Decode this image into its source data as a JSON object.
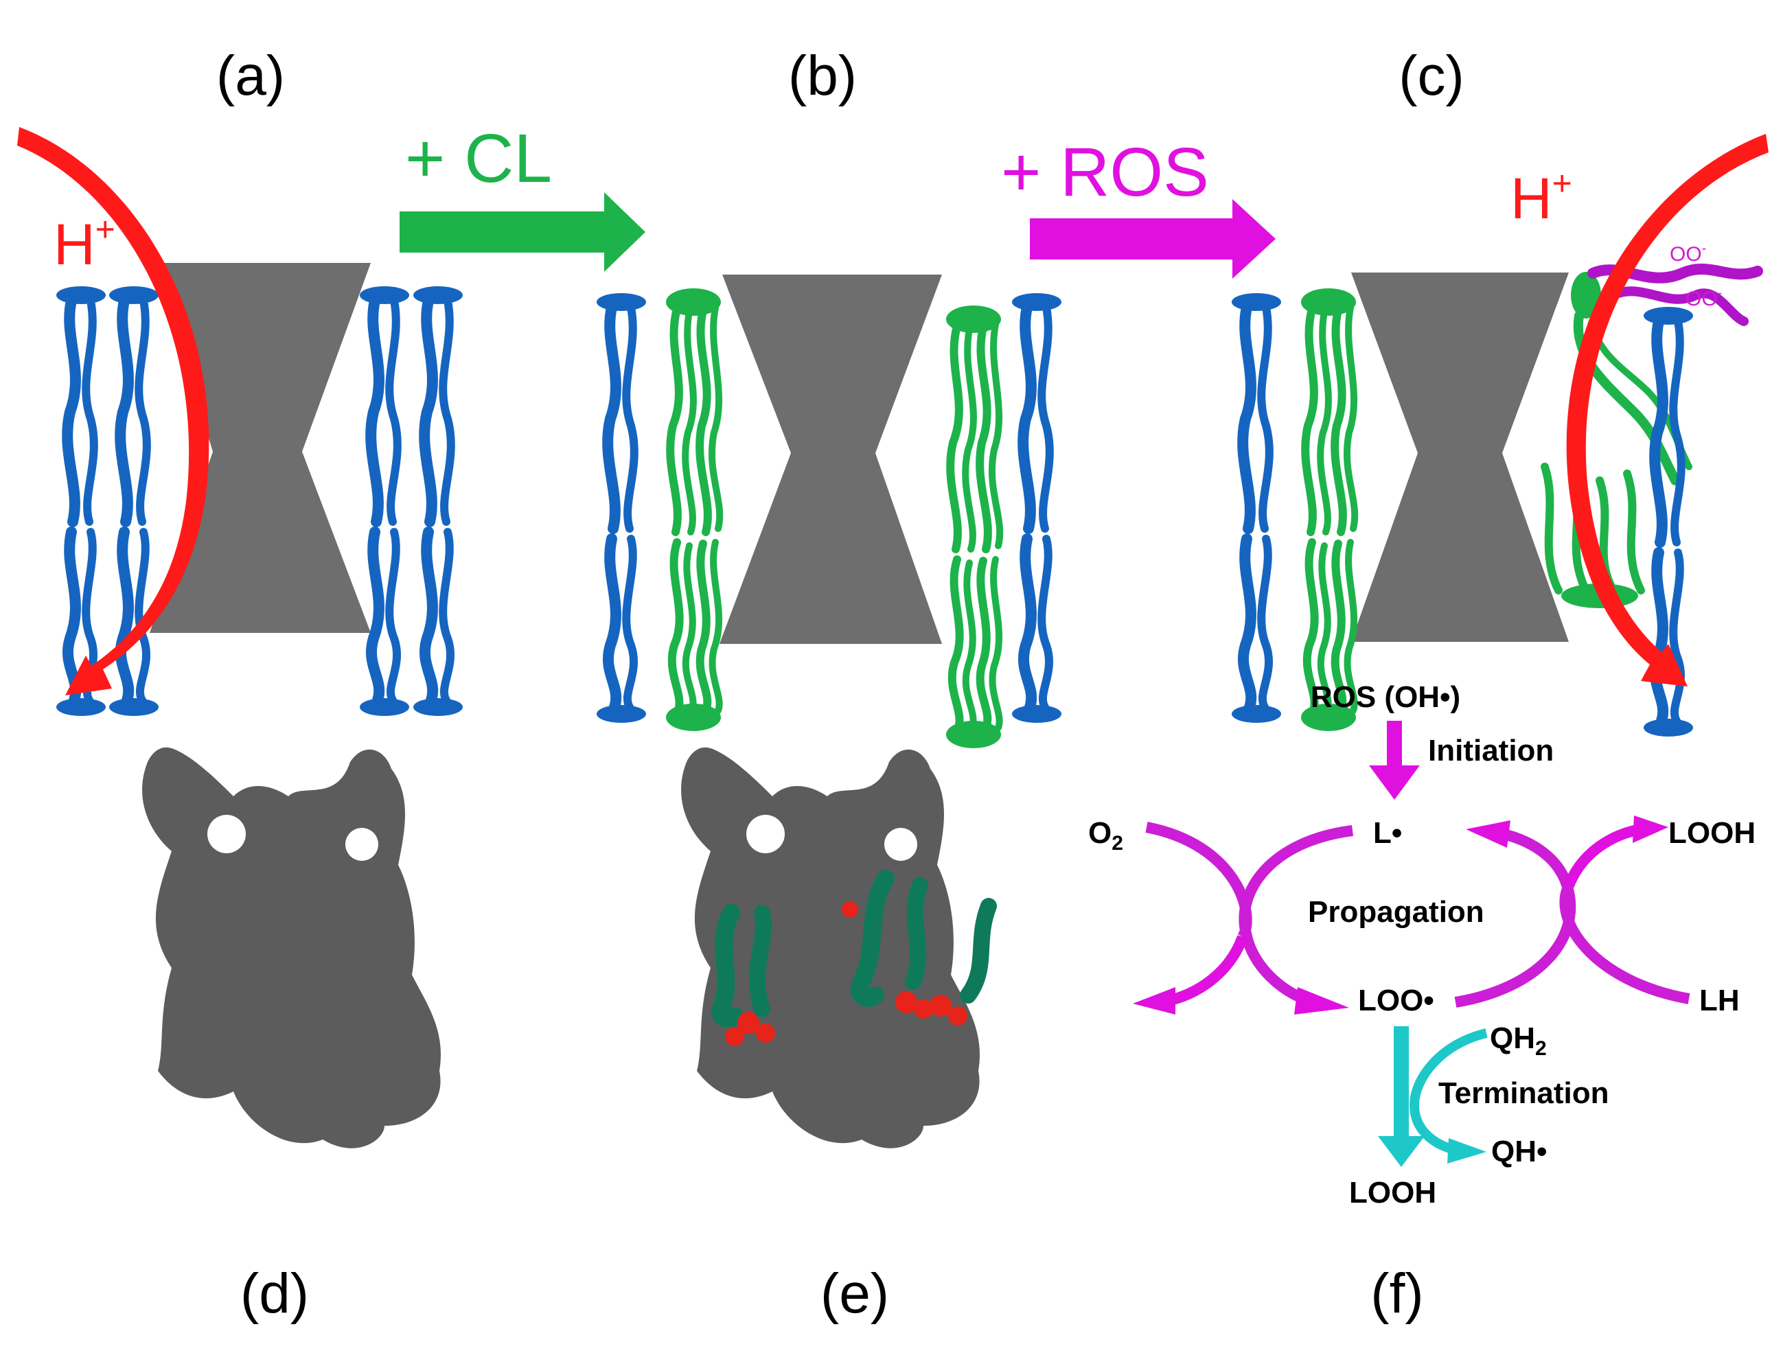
{
  "panels": {
    "a": "(a)",
    "b": "(b)",
    "c": "(c)",
    "d": "(d)",
    "e": "(e)",
    "f": "(f)"
  },
  "steps": {
    "add_cl": "+ CL",
    "add_ros": "+ ROS"
  },
  "proton": {
    "base": "H",
    "charge": "+"
  },
  "peroxyl_tag": {
    "base": "OO",
    "charge": "-"
  },
  "scheme": {
    "ros": "ROS (OH•)",
    "initiation": "Initiation",
    "l_radical": "L•",
    "o2_base": "O",
    "o2_sub": "2",
    "looh_top": "LOOH",
    "propagation": "Propagation",
    "loo_radical": "LOO•",
    "lh": "LH",
    "qh2_base": "QH",
    "qh2_sub": "2",
    "termination": "Termination",
    "qh_radical": "QH•",
    "looh_bottom": "LOOH"
  },
  "colors": {
    "protein": "#6e6e6e",
    "lipid_blue": "#1565c0",
    "cardiolipin_green": "#1db34a",
    "ros_magenta": "#e010e0",
    "proton_red": "#ff1a1a",
    "termination_cyan": "#1ec8c8",
    "cl_teal": "#0f7a5a",
    "cl_head_red": "#e8231a"
  }
}
